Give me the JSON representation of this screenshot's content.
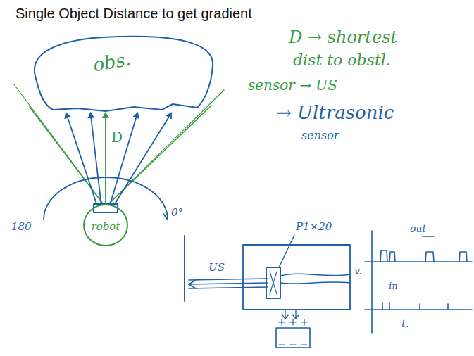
{
  "diagram": {
    "title": "Single Object Distance to get gradient",
    "nodes": [
      {
        "text": [
          "obs."
        ]
      },
      {
        "text": [
          "robot"
        ]
      }
    ],
    "edges": [
      {
        "from": 1,
        "to": 0,
        "arrow": "to"
      },
      {
        "from": 1,
        "to": 0,
        "arrow": "to"
      },
      {
        "from": 1,
        "to": 0,
        "label": "D",
        "arrow": "to"
      },
      {
        "from": 1,
        "to": 0,
        "arrow": "to"
      },
      {
        "from": 1,
        "to": 0,
        "arrow": "to"
      }
    ],
    "labels": [
      "D → shortest",
      "dist to obstl.",
      "sensor → US",
      "→ Ultrasonic",
      "sensor",
      "180",
      "0°",
      "US",
      "P1×20",
      "v.",
      "out",
      "in",
      "t."
    ]
  }
}
